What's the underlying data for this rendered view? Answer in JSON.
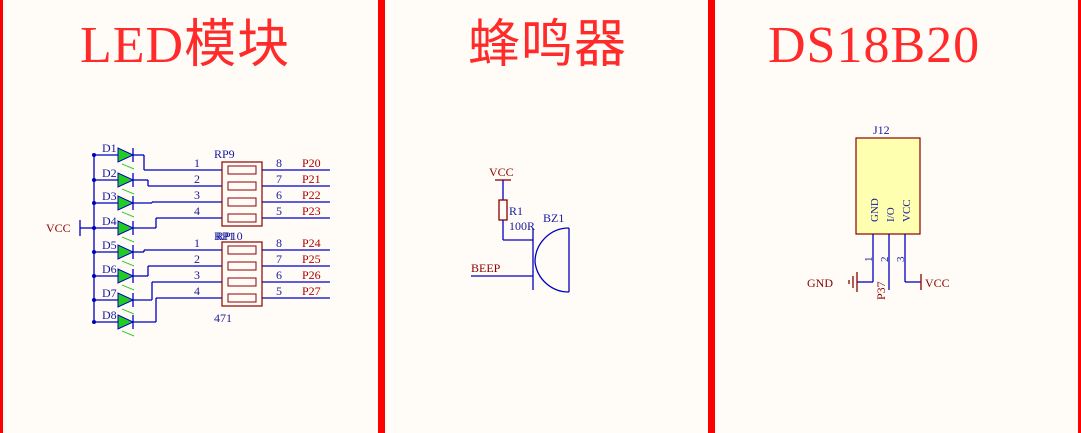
{
  "panels": {
    "led": {
      "title": "LED模块"
    },
    "buzzer": {
      "title": "蜂鸣器"
    },
    "ds18b20": {
      "title": "DS18B20"
    }
  },
  "led_schematic": {
    "diodes": [
      "D1",
      "D2",
      "D3",
      "D4",
      "D5",
      "D6",
      "D7",
      "D8"
    ],
    "vcc": "VCC",
    "resnets": [
      {
        "ref": "RP9",
        "pins_left": [
          "1",
          "2",
          "3",
          "4"
        ],
        "pins_right": [
          "8",
          "7",
          "6",
          "5"
        ],
        "nets": [
          "P20",
          "P21",
          "P22",
          "P23"
        ]
      },
      {
        "ref": "RP10",
        "ref2": "RP1",
        "value": "471",
        "pins_left": [
          "1",
          "2",
          "3",
          "4"
        ],
        "pins_right": [
          "8",
          "7",
          "6",
          "5"
        ],
        "nets": [
          "P24",
          "P25",
          "P26",
          "P27"
        ]
      }
    ]
  },
  "buzzer_schematic": {
    "vcc": "VCC",
    "resistor_ref": "R1",
    "resistor_value": "100R",
    "buzzer_ref": "BZ1",
    "net": "BEEP"
  },
  "ds18b20_schematic": {
    "connector_ref": "J12",
    "pin_labels": [
      "GND",
      "I/O",
      "VCC"
    ],
    "pin_numbers": [
      "1",
      "2",
      "3"
    ],
    "gnd": "GND",
    "io_net": "P37",
    "vcc": "VCC"
  },
  "colors": {
    "divider": "#ff0000",
    "title": "#ff2a2a",
    "wire": "#0000c0",
    "led_green": "#22cc22",
    "connector_fill": "#ffffb0"
  }
}
